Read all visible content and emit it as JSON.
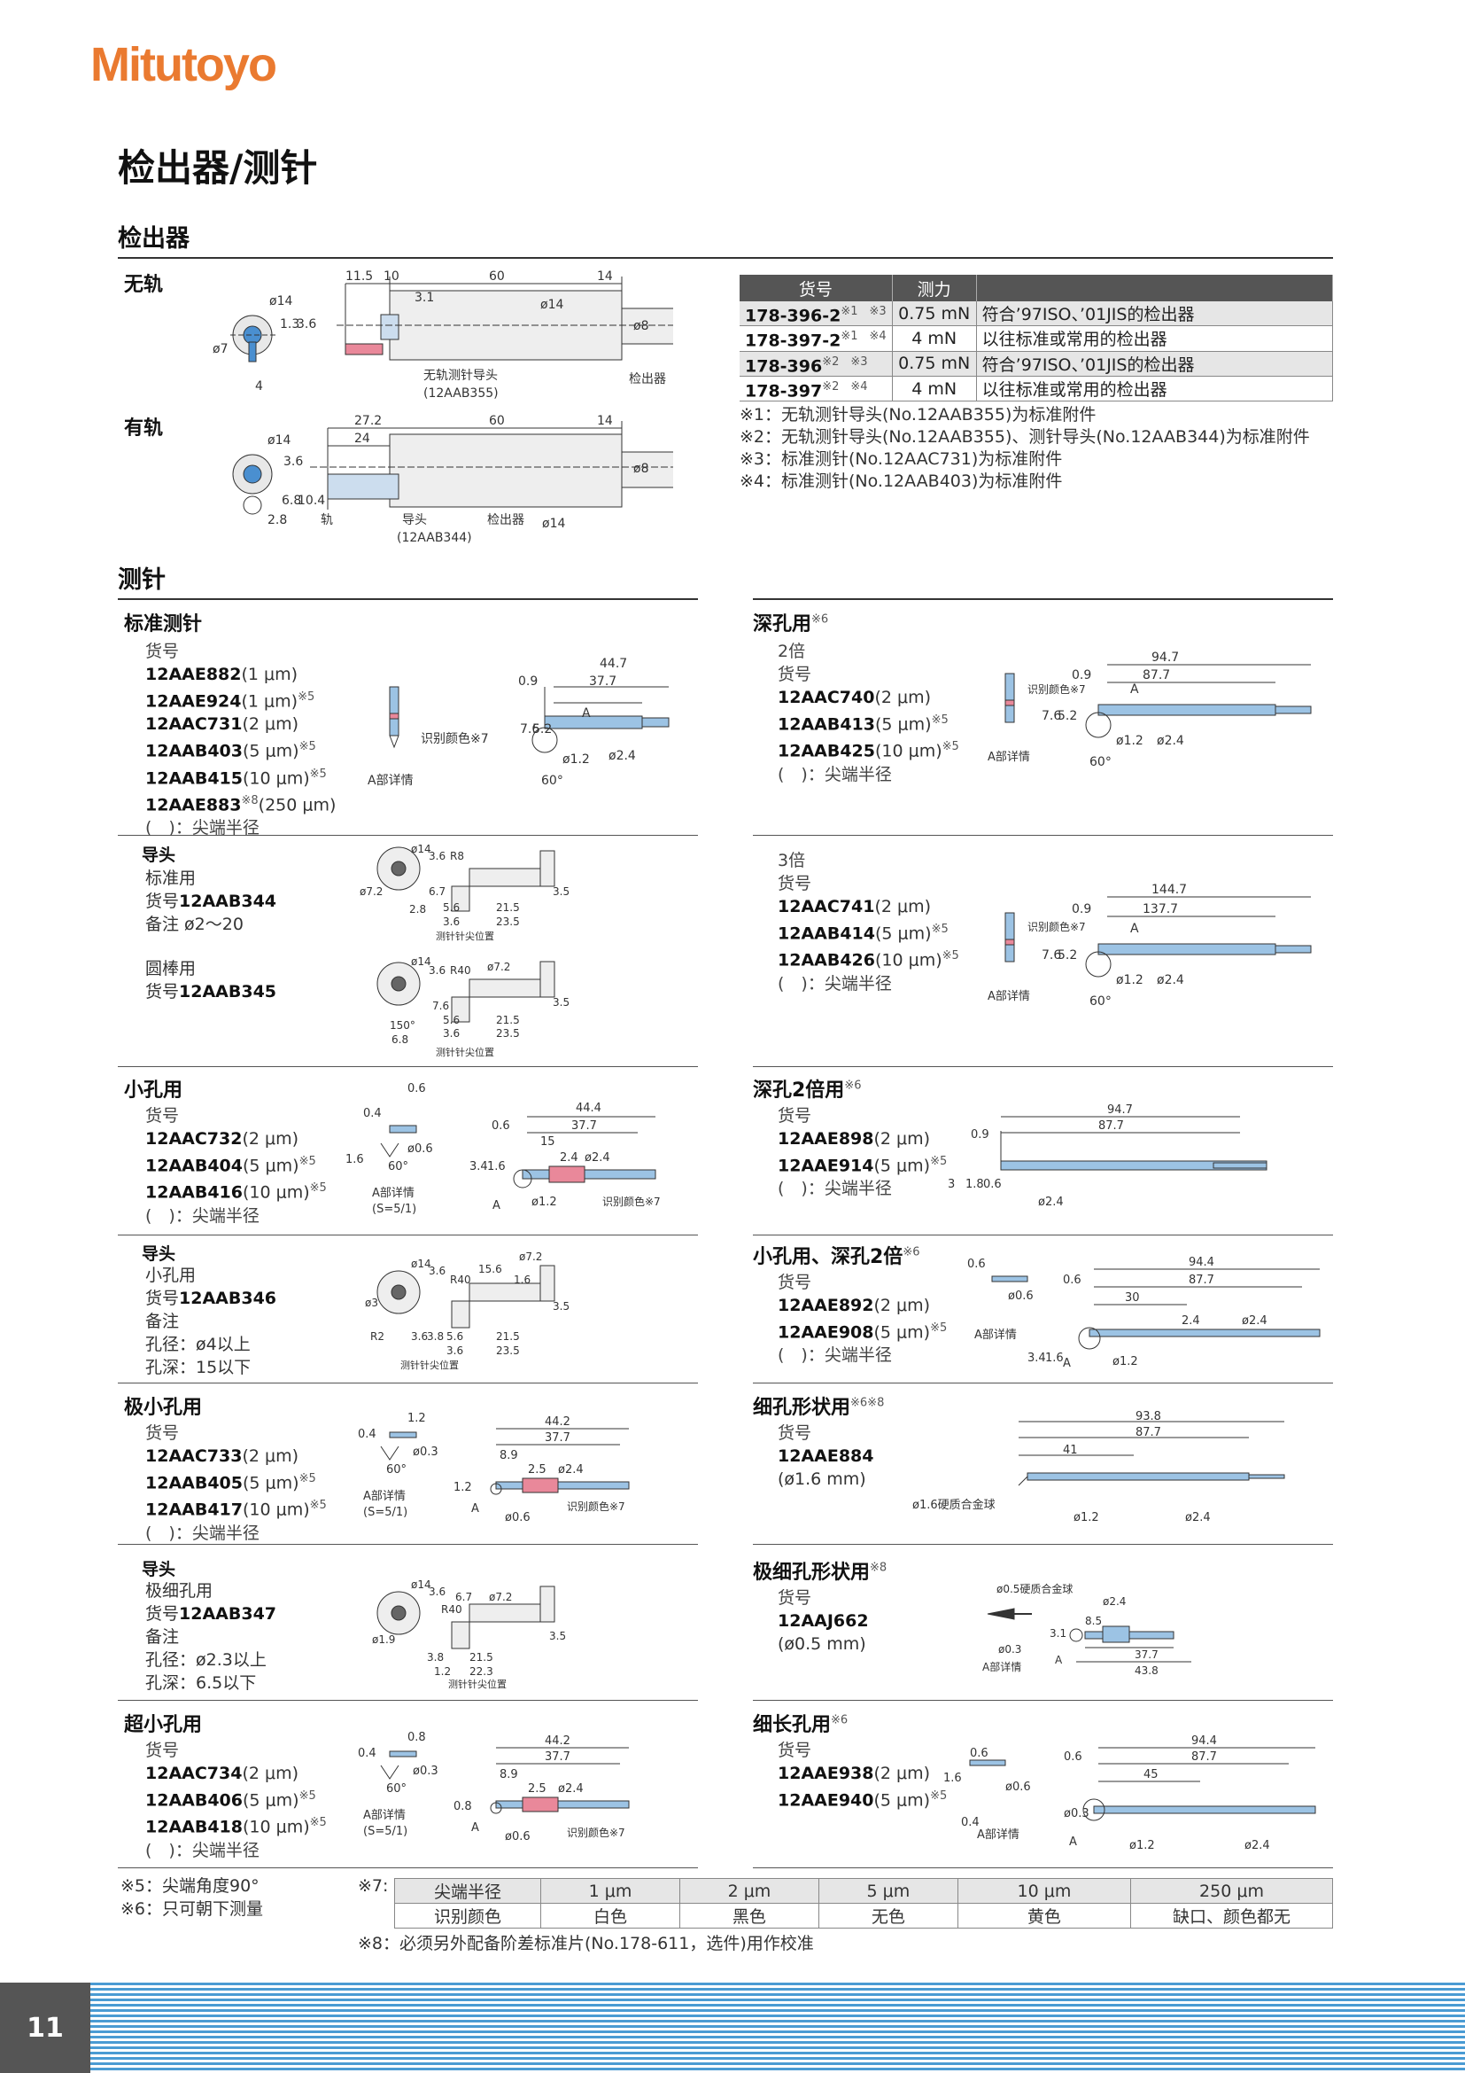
{
  "brand": "Mitutoyo",
  "title": "检出器/测针",
  "detector": {
    "heading": "检出器",
    "no_rail": "无轨",
    "with_rail": "有轨",
    "d1": {
      "dims": [
        "11.5",
        "10",
        "60",
        "14",
        "3.1",
        "ø14",
        "ø8",
        "ø14",
        "ø7",
        "1.3",
        "3.6",
        "4"
      ],
      "labels": [
        "无轨测针导头",
        "(12AAB355)",
        "检出器"
      ]
    },
    "d2": {
      "dims": [
        "27.2",
        "24",
        "60",
        "14",
        "ø14",
        "3.6",
        "ø8",
        "6.8",
        "10.4",
        "2.8",
        "ø14"
      ],
      "labels": [
        "轨",
        "导头",
        "(12AAB344)",
        "检出器"
      ]
    },
    "table": {
      "headers": [
        "货号",
        "测力",
        ""
      ],
      "rows": [
        {
          "code": "178-396-2",
          "sup": "※1　※3",
          "force": "0.75 mN",
          "desc": "符合’97ISO、’01JIS的检出器"
        },
        {
          "code": "178-397-2",
          "sup": "※1　※4",
          "force": "4 mN",
          "desc": "以往标准或常用的检出器"
        },
        {
          "code": "178-396",
          "sup": "※2　※3",
          "force": "0.75 mN",
          "desc": "符合’97ISO、’01JIS的检出器"
        },
        {
          "code": "178-397",
          "sup": "※2　※4",
          "force": "4 mN",
          "desc": "以往标准或常用的检出器"
        }
      ]
    },
    "notes": [
      "※1：无轨测针导头(No.12AAB355)为标准附件",
      "※2：无轨测针导头(No.12AAB355)、测针导头(No.12AAB344)为标准附件",
      "※3：标准测针(No.12AAC731)为标准附件",
      "※4：标准测针(No.12AAB403)为标准附件"
    ]
  },
  "stylus": {
    "heading": "测针",
    "standard": {
      "title": "标准测针",
      "label": "货号",
      "items": [
        {
          "code": "12AAE882",
          "spec": "(1 μm)",
          "sup": ""
        },
        {
          "code": "12AAE924",
          "spec": "(1 μm)",
          "sup": "※5"
        },
        {
          "code": "12AAC731",
          "spec": "(2 μm)",
          "sup": ""
        },
        {
          "code": "12AAB403",
          "spec": "(5 μm)",
          "sup": "※5"
        },
        {
          "code": "12AAB415",
          "spec": "(10 μm)",
          "sup": "※5"
        },
        {
          "code": "12AAE883",
          "spec": "(250 μm)",
          "sup": "※8"
        }
      ],
      "note": "(　)：尖端半径",
      "dims": [
        "44.7",
        "37.7",
        "0.9",
        "A",
        "7.6",
        "5.2",
        "ø1.2",
        "ø2.4",
        "60°"
      ],
      "labels": [
        "识别颜色※7",
        "A部详情"
      ]
    },
    "guide1": {
      "title": "导头",
      "a": {
        "name": "标准用",
        "code_label": "货号",
        "code": "12AAB344",
        "remark": "备注 ø2～20"
      },
      "b": {
        "name": "圆棒用",
        "code_label": "货号",
        "code": "12AAB345"
      },
      "dims_a": [
        "ø14",
        "3.6",
        "ø7.2",
        "6.7",
        "2.8",
        "5.6",
        "3.6",
        "21.5",
        "23.5",
        "3.5",
        "R8"
      ],
      "dims_b": [
        "ø14",
        "3.6",
        "R40",
        "ø7.2",
        "7.6",
        "5.6",
        "3.6",
        "21.5",
        "23.5",
        "3.5",
        "150°",
        "6.8"
      ],
      "label": "测针针尖位置"
    },
    "deep": {
      "title": "深孔用",
      "sup": "※6",
      "x2": {
        "mult": "2倍",
        "label": "货号",
        "items": [
          {
            "code": "12AAC740",
            "spec": "(2 μm)",
            "sup": ""
          },
          {
            "code": "12AAB413",
            "spec": "(5 μm)",
            "sup": "※5"
          },
          {
            "code": "12AAB425",
            "spec": "(10 μm)",
            "sup": "※5"
          }
        ],
        "note": "(　)：尖端半径",
        "dims": [
          "94.7",
          "87.7",
          "0.9",
          "A",
          "7.6",
          "5.2",
          "ø1.2",
          "ø2.4",
          "60°"
        ]
      },
      "x3": {
        "mult": "3倍",
        "label": "货号",
        "items": [
          {
            "code": "12AAC741",
            "spec": "(2 μm)",
            "sup": ""
          },
          {
            "code": "12AAB414",
            "spec": "(5 μm)",
            "sup": "※5"
          },
          {
            "code": "12AAB426",
            "spec": "(10 μm)",
            "sup": "※5"
          }
        ],
        "note": "(　)：尖端半径",
        "dims": [
          "144.7",
          "137.7",
          "0.9",
          "A",
          "7.6",
          "5.2",
          "ø1.2",
          "ø2.4",
          "60°"
        ]
      },
      "labels": [
        "识别颜色※7",
        "A部详情"
      ]
    },
    "small": {
      "title": "小孔用",
      "label": "货号",
      "items": [
        {
          "code": "12AAC732",
          "spec": "(2 μm)",
          "sup": ""
        },
        {
          "code": "12AAB404",
          "spec": "(5 μm)",
          "sup": "※5"
        },
        {
          "code": "12AAB416",
          "spec": "(10 μm)",
          "sup": "※5"
        }
      ],
      "note": "(　)：尖端半径",
      "dims": [
        "0.6",
        "0.4",
        "1.6",
        "60°",
        "ø0.6",
        "44.4",
        "37.7",
        "0.6",
        "15",
        "3.4",
        "1.6",
        "2.4",
        "ø2.4",
        "ø1.2",
        "A"
      ],
      "labels": [
        "A部详情",
        "(S=5/1)",
        "识别颜色※7"
      ]
    },
    "guide2": {
      "title": "导头",
      "name": "小孔用",
      "code_label": "货号",
      "code": "12AAB346",
      "remark": "备注",
      "r1": "孔径：ø4以上",
      "r2": "孔深：15以下",
      "dims": [
        "ø14",
        "3.6",
        "15.6",
        "R40",
        "ø7.2",
        "1.6",
        "ø3",
        "3.6",
        "3.8",
        "5.6",
        "21.5",
        "3.6",
        "23.5",
        "3.5",
        "R2"
      ],
      "label": "测针针尖位置"
    },
    "deep2x": {
      "title": "深孔2倍用",
      "sup": "※6",
      "label": "货号",
      "items": [
        {
          "code": "12AAE898",
          "spec": "(2 μm)",
          "sup": ""
        },
        {
          "code": "12AAE914",
          "spec": "(5 μm)",
          "sup": "※5"
        }
      ],
      "note": "(　)：尖端半径",
      "dims": [
        "94.7",
        "87.7",
        "0.9",
        "3",
        "1.8",
        "0.6",
        "ø2.4"
      ]
    },
    "smalldeep": {
      "title": "小孔用、深孔2倍",
      "sup": "※6",
      "label": "货号",
      "items": [
        {
          "code": "12AAE892",
          "spec": "(2 μm)",
          "sup": ""
        },
        {
          "code": "12AAE908",
          "spec": "(5 μm)",
          "sup": "※5"
        }
      ],
      "note": "(　)：尖端半径",
      "dims": [
        "0.6",
        "ø0.6",
        "94.4",
        "87.7",
        "0.6",
        "30",
        "2.4",
        "ø2.4",
        "3.4",
        "1.6",
        "ø1.2",
        "A"
      ],
      "labels": [
        "A部详情"
      ]
    },
    "tiny": {
      "title": "极小孔用",
      "label": "货号",
      "items": [
        {
          "code": "12AAC733",
          "spec": "(2 μm)",
          "sup": ""
        },
        {
          "code": "12AAB405",
          "spec": "(5 μm)",
          "sup": "※5"
        },
        {
          "code": "12AAB417",
          "spec": "(10 μm)",
          "sup": "※5"
        }
      ],
      "note": "(　)：尖端半径",
      "dims": [
        "1.2",
        "0.4",
        "ø0.3",
        "60°",
        "44.2",
        "37.7",
        "8.9",
        "2.5",
        "ø2.4",
        "1.2",
        "ø0.6",
        "A"
      ],
      "labels": [
        "A部详情",
        "(S=5/1)",
        "识别颜色※7"
      ]
    },
    "fineshape": {
      "title": "细孔形状用",
      "sup": "※6※8",
      "label": "货号",
      "code": "12AAE884",
      "spec": "(ø1.6 mm)",
      "dims": [
        "93.8",
        "87.7",
        "41",
        "ø1.2",
        "ø2.4"
      ],
      "labels": [
        "ø1.6硬质合金球"
      ]
    },
    "guide3": {
      "title": "导头",
      "name": "极细孔用",
      "code_label": "货号",
      "code": "12AAB347",
      "remark": "备注",
      "r1": "孔径：ø2.3以上",
      "r2": "孔深：6.5以下",
      "dims": [
        "ø14",
        "3.6",
        "6.7",
        "R40",
        "ø7.2",
        "ø1.9",
        "3.8",
        "1.2",
        "21.5",
        "22.3",
        "3.5"
      ],
      "label": "测针针尖位置"
    },
    "ultrafine": {
      "title": "极细孔形状用",
      "sup": "※8",
      "label": "货号",
      "code": "12AAJ662",
      "spec": "(ø0.5 mm)",
      "dims": [
        "ø2.4",
        "8.5",
        "3.1",
        "ø0.3",
        "37.7",
        "43.8",
        "A"
      ],
      "labels": [
        "ø0.5硬质合金球",
        "A部详情"
      ]
    },
    "ultrasmall": {
      "title": "超小孔用",
      "label": "货号",
      "items": [
        {
          "code": "12AAC734",
          "spec": "(2 μm)",
          "sup": ""
        },
        {
          "code": "12AAB406",
          "spec": "(5 μm)",
          "sup": "※5"
        },
        {
          "code": "12AAB418",
          "spec": "(10 μm)",
          "sup": "※5"
        }
      ],
      "note": "(　)：尖端半径",
      "dims": [
        "0.8",
        "0.4",
        "ø0.3",
        "60°",
        "44.2",
        "37.7",
        "8.9",
        "2.5",
        "ø2.4",
        "0.8",
        "ø0.6",
        "A"
      ],
      "labels": [
        "A部详情",
        "(S=5/1)",
        "识别颜色※7"
      ]
    },
    "longfine": {
      "title": "细长孔用",
      "sup": "※6",
      "label": "货号",
      "items": [
        {
          "code": "12AAE938",
          "spec": "(2 μm)",
          "sup": ""
        },
        {
          "code": "12AAE940",
          "spec": "(5 μm)",
          "sup": "※5"
        }
      ],
      "dims": [
        "0.6",
        "1.6",
        "0.4",
        "ø0.6",
        "94.4",
        "87.7",
        "0.6",
        "45",
        "ø0.3",
        "ø1.2",
        "ø2.4",
        "A"
      ],
      "labels": [
        "A部详情"
      ]
    }
  },
  "footnotes": {
    "n5": "※5：尖端角度90°",
    "n6": "※6：只可朝下测量",
    "n7": "※7:",
    "color_table": {
      "row1": [
        "尖端半径",
        "1 μm",
        "2 μm",
        "5 μm",
        "10 μm",
        "250 μm"
      ],
      "row2": [
        "识别颜色",
        "白色",
        "黑色",
        "无色",
        "黄色",
        "缺口、颜色都无"
      ]
    },
    "n8": "※8：必须另外配备阶差标准片(No.178-611，选件)用作校准"
  },
  "page_number": "11",
  "colors": {
    "brand": "#ea7a30",
    "stylus": "#9cc3e4",
    "footer": "#4a9bd3",
    "tag": "#e9889a"
  }
}
